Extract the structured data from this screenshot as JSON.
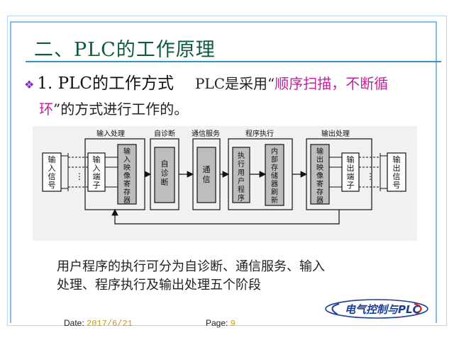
{
  "slide": {
    "title": "二、PLC的工作原理",
    "bullet_label": "1. PLC的工作方式",
    "intro_before": "PLC是采用“",
    "intro_highlight_1": "顺序扫描，不断循",
    "intro_highlight_2": "环",
    "intro_after": "”的方式进行工作的。",
    "summary_line1": "用户程序的执行可分为自诊断、通信服务、输入",
    "summary_line2": "处理、程序执行及输出处理五个阶段",
    "date_label": "Date:",
    "date_value": "2017/6/21",
    "page_label": "Page:",
    "page_value": "9",
    "logo_text": "电气控制与PLC"
  },
  "diagram": {
    "stage_labels": [
      "输入处理",
      "自诊断",
      "通信服务",
      "程序执行",
      "输出处理"
    ],
    "boxes": {
      "input_signal": "输入信号",
      "input_terminal": "输入端子",
      "input_image": "输入映像寄存器",
      "self_diag": "自诊断",
      "comm": "通信",
      "exec_program": "执行用户程序",
      "internal_reg": "内部存储器刷新",
      "output_image": "输出映像寄存器",
      "output_terminal": "输出端子",
      "output_signal": "输出信号"
    }
  },
  "colors": {
    "title": "#0f5a3c",
    "highlight": "#c0239a",
    "bullet": "#8d2bc0",
    "footer_value": "#c99a12",
    "rule": "#3a8fd0",
    "logo": "#1a3f9a"
  }
}
